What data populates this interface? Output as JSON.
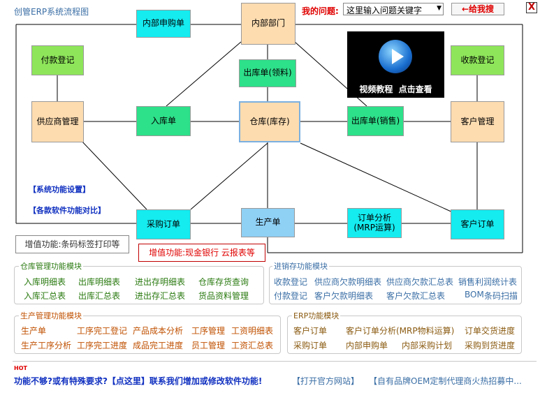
{
  "header": {
    "title": "创管ERP系统流程图",
    "question_label": "我的问题:",
    "search_select_value": "这里输入问题关键字",
    "search_button": "←给我搜",
    "close_symbol": "X"
  },
  "flow": {
    "internal_purchase": "内部申购单",
    "internal_dept": "内部部门",
    "payment_reg": "付款登记",
    "outbound_material": "出库单(领料)",
    "receipt_reg": "收款登记",
    "supplier_mgmt": "供应商管理",
    "inbound": "入库单",
    "warehouse": "仓库(库存)",
    "outbound_sales": "出库单(销售)",
    "customer_mgmt": "客户管理",
    "purchase_order": "采购订单",
    "production": "生产单",
    "order_analysis": "订单分析\n(MRP运算)",
    "customer_order": "客户订单",
    "video_text": "视频教程  点击查看"
  },
  "links": {
    "system_settings": "【系统功能设置】",
    "compare": "【各款软件功能对比】"
  },
  "value_added": {
    "barcode": "增值功能:条码标签打印等",
    "cash": "增值功能:现金银行 云报表等"
  },
  "warehouse_module": {
    "title": "仓库管理功能模块",
    "row1": [
      "入库明细表",
      "出库明细表",
      "进出存明细表",
      "仓库存货查询"
    ],
    "row2": [
      "入库汇总表",
      "出库汇总表",
      "进出存汇总表",
      "货品资料管理"
    ]
  },
  "invoice_module": {
    "title": "进销存功能模块",
    "row1": [
      "收款登记",
      "供应商欠款明细表",
      "供应商欠款汇总表",
      "销售利润统计表"
    ],
    "row2": [
      "付款登记",
      "客户欠款明细表",
      "客户欠款汇总表",
      "BOM",
      "条码扫描"
    ]
  },
  "production_module": {
    "title": "生产管理功能模块",
    "row1": [
      "生产单",
      "工序完工登记",
      "产品成本分析",
      "工序管理",
      "工资明细表"
    ],
    "row2": [
      "生产工序分析",
      "工序完工进度",
      "成品完工进度",
      "员工管理",
      "工资汇总表"
    ]
  },
  "erp_module": {
    "title": "ERP功能模块",
    "row1": [
      "客户订单",
      "客户订单分析(MRP物料运算)",
      "订单交货进度"
    ],
    "row2": [
      "采购订单",
      "内部申购单",
      "内部采购计划",
      "采购到货进度"
    ]
  },
  "footer": {
    "hot": "HOT",
    "message": "功能不够?或有特殊要求?【点这里】联系我们增加或修改软件功能!",
    "official_site": "【打开官方网站】",
    "oem": "【自有品牌OEM定制代理商火热招募中..."
  }
}
